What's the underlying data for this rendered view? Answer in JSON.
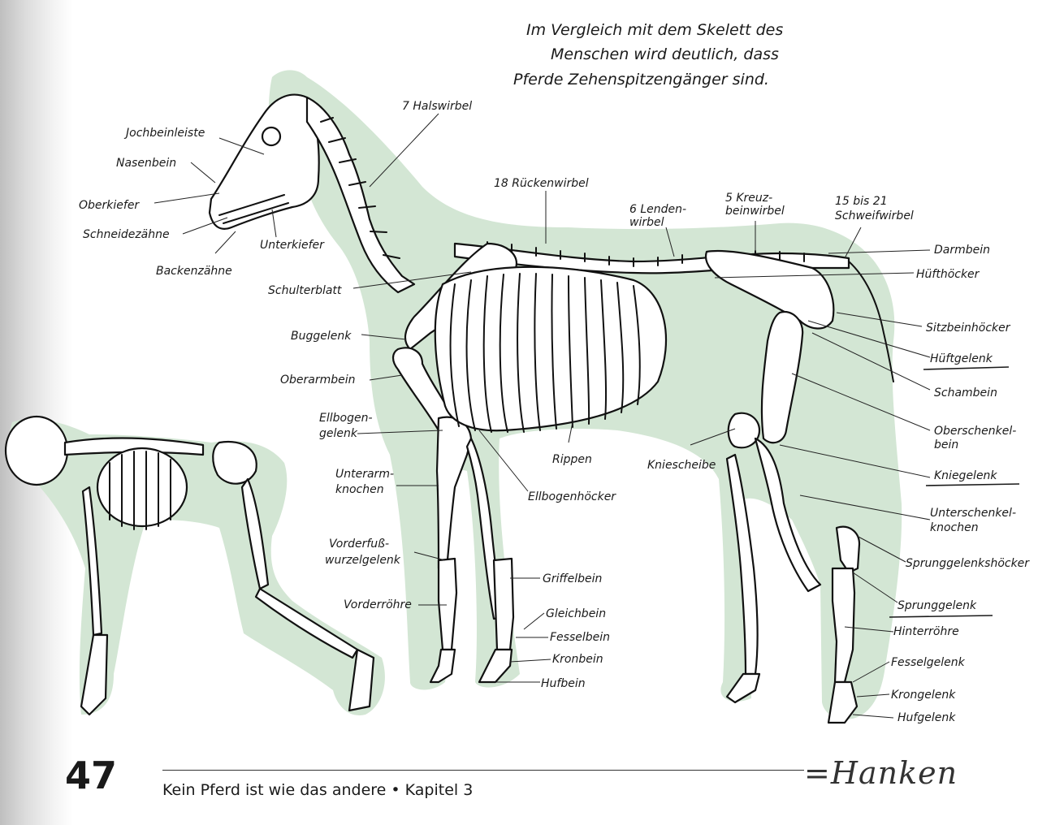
{
  "caption": {
    "line1": "Im Vergleich mit dem Skelett des",
    "line2": "Menschen wird deutlich, dass",
    "line3": "Pferde Zehenspitzengänger sind."
  },
  "labels": {
    "jochbeinleiste": "Jochbeinleiste",
    "nasenbein": "Nasenbein",
    "oberkiefer": "Oberkiefer",
    "schneidezaehne": "Schneidezähne",
    "unterkiefer": "Unterkiefer",
    "backenzaehne": "Backenzähne",
    "halswirbel": "7 Halswirbel",
    "rueckenwirbel": "18 Rückenwirbel",
    "lendenwirbel_1": "6 Lenden-",
    "lendenwirbel_2": "wirbel",
    "kreuzbeinwirbel_1": "5 Kreuz-",
    "kreuzbeinwirbel_2": "beinwirbel",
    "schweifwirbel_1": "15 bis 21",
    "schweifwirbel_2": "Schweifwirbel",
    "darmbein": "Darmbein",
    "hueftoecker": "Hüfthöcker",
    "schulterblatt": "Schulterblatt",
    "buggelenk": "Buggelenk",
    "oberarmbein": "Oberarmbein",
    "ellbogengelenk_1": "Ellbogen-",
    "ellbogengelenk_2": "gelenk",
    "unterarmknochen_1": "Unterarm-",
    "unterarmknochen_2": "knochen",
    "rippen": "Rippen",
    "ellbogenhoecker": "Ellbogenhöcker",
    "kniescheibe": "Kniescheibe",
    "sitzbeinhoecker": "Sitzbeinhöcker",
    "hueftgelenk": "Hüftgelenk",
    "schambein": "Schambein",
    "oberschenkelbein_1": "Oberschenkel-",
    "oberschenkelbein_2": "bein",
    "kniegelenk": "Kniegelenk",
    "unterschenkelknochen_1": "Unterschenkel-",
    "unterschenkelknochen_2": "knochen",
    "sprunggelenkshoecker": "Sprunggelenkshöcker",
    "sprunggelenk": "Sprunggelenk",
    "hinterroehre": "Hinterröhre",
    "fesselgelenk": "Fesselgelenk",
    "krongelenk": "Krongelenk",
    "hufgelenk": "Hufgelenk",
    "vorderfusswurzelgelenk_1": "Vorderfuß-",
    "vorderfusswurzelgelenk_2": "wurzelgelenk",
    "vorderroehre": "Vorderröhre",
    "griffelbein": "Griffelbein",
    "gleichbein": "Gleichbein",
    "fesselbein": "Fesselbein",
    "kronbein": "Kronbein",
    "hufbein": "Hufbein"
  },
  "footer": {
    "page_number": "47",
    "running_title": "Kein Pferd ist wie das andere • Kapitel 3",
    "signature": "=Hanken"
  },
  "colors": {
    "silhouette": "#d3e6d4",
    "ink": "#1a1a1a"
  }
}
